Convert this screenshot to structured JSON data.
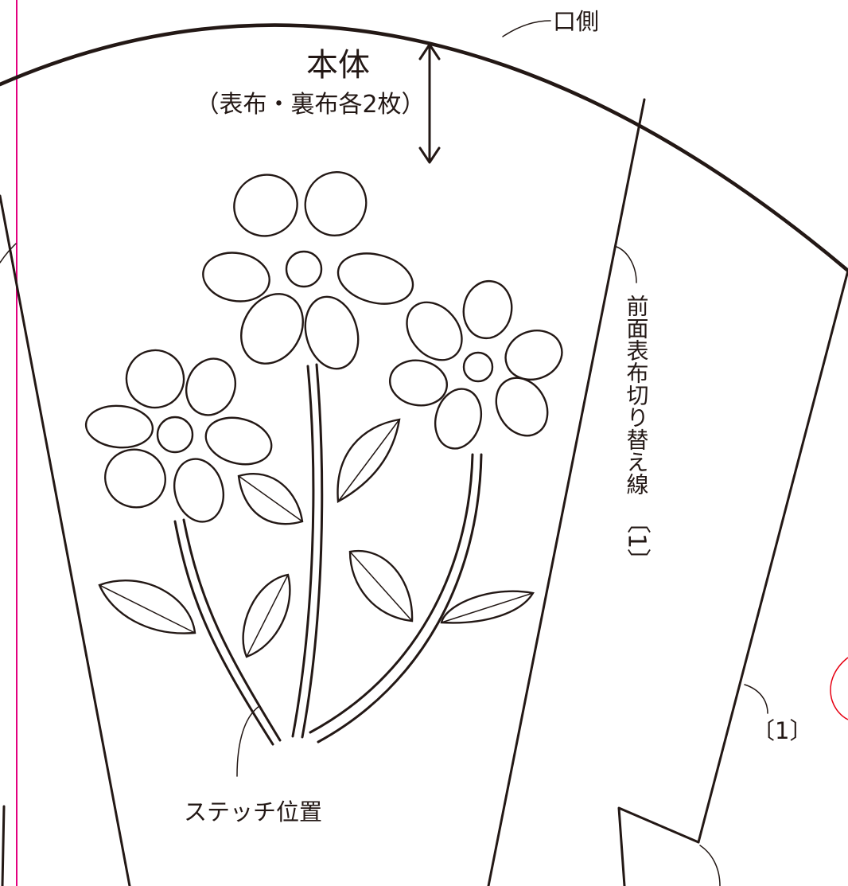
{
  "labels": {
    "mouth_side": "口側",
    "body_title": "本体",
    "body_note": "（表布・裏布各2枚）",
    "switch_line": "前面表布切り替え線",
    "switch_line_mark": "〔1〕",
    "mark_1": "〔1〕",
    "stitch_position": "ステッチ位置"
  },
  "colors": {
    "line": "#231815",
    "guide_magenta": "#e4007f",
    "mark_red": "#e60012",
    "background": "#ffffff"
  }
}
